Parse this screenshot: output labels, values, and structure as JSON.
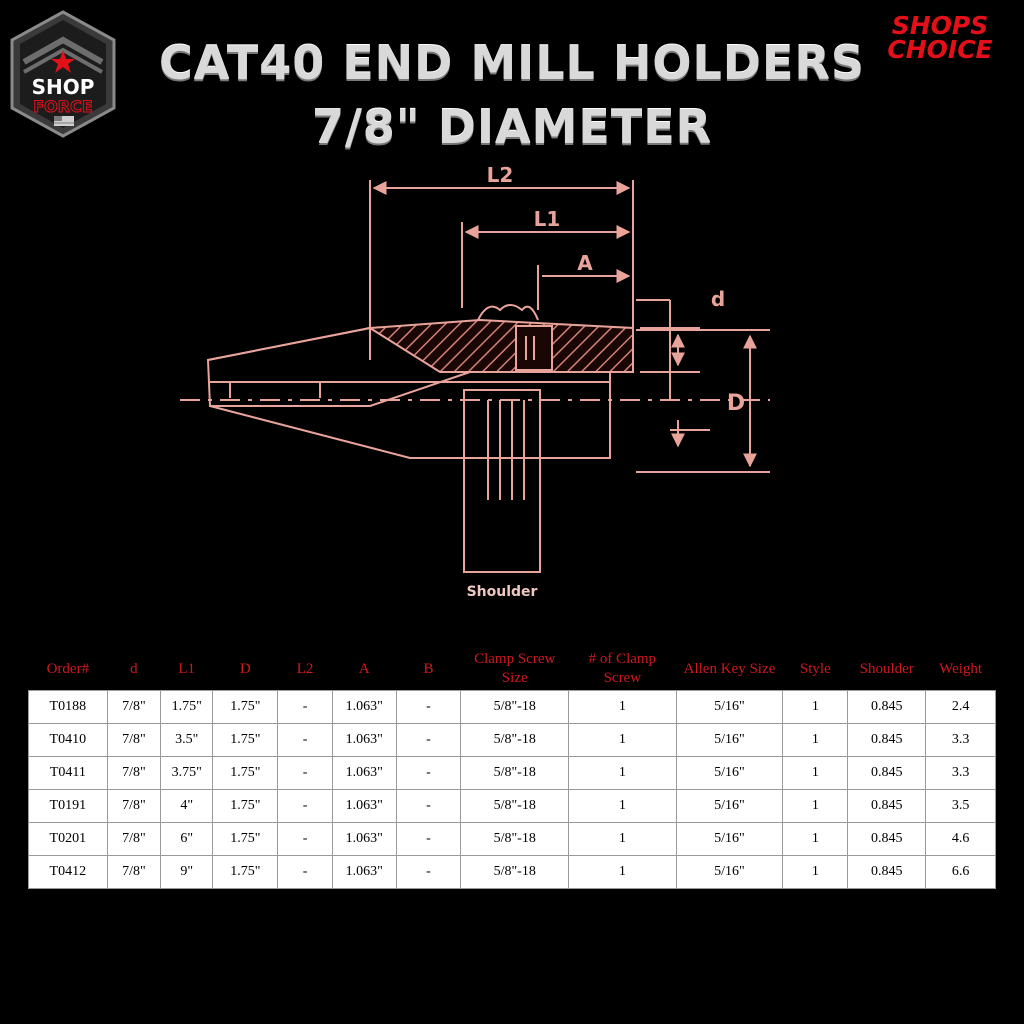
{
  "title": {
    "line1": "CAT40 END MILL HOLDERS",
    "line2": "7/8\" DIAMETER"
  },
  "logo_left": {
    "word1": "SHOP",
    "word2": "FORCE"
  },
  "logo_right": {
    "word1": "SHOPS",
    "word2": "CHOICE"
  },
  "diagram": {
    "label_l2": "L2",
    "label_l1": "L1",
    "label_a": "A",
    "label_d_small": "d",
    "label_d_big": "D",
    "label_shoulder": "Shoulder",
    "line_color": "#e8a39a",
    "hatch_color": "#d38074"
  },
  "table": {
    "headers": [
      "Order#",
      "d",
      "L1",
      "D",
      "L2",
      "A",
      "B",
      "Clamp Screw Size",
      "# of Clamp Screw",
      "Allen Key Size",
      "Style",
      "Shoulder",
      "Weight"
    ],
    "header_color": "#d0171f",
    "rows": [
      [
        "T0188",
        "7/8\"",
        "1.75\"",
        "1.75\"",
        "-",
        "1.063\"",
        "-",
        "5/8\"-18",
        "1",
        "5/16\"",
        "1",
        "0.845",
        "2.4"
      ],
      [
        "T0410",
        "7/8\"",
        "3.5\"",
        "1.75\"",
        "-",
        "1.063\"",
        "-",
        "5/8\"-18",
        "1",
        "5/16\"",
        "1",
        "0.845",
        "3.3"
      ],
      [
        "T0411",
        "7/8\"",
        "3.75\"",
        "1.75\"",
        "-",
        "1.063\"",
        "-",
        "5/8\"-18",
        "1",
        "5/16\"",
        "1",
        "0.845",
        "3.3"
      ],
      [
        "T0191",
        "7/8\"",
        "4\"",
        "1.75\"",
        "-",
        "1.063\"",
        "-",
        "5/8\"-18",
        "1",
        "5/16\"",
        "1",
        "0.845",
        "3.5"
      ],
      [
        "T0201",
        "7/8\"",
        "6\"",
        "1.75\"",
        "-",
        "1.063\"",
        "-",
        "5/8\"-18",
        "1",
        "5/16\"",
        "1",
        "0.845",
        "4.6"
      ],
      [
        "T0412",
        "7/8\"",
        "9\"",
        "1.75\"",
        "-",
        "1.063\"",
        "-",
        "5/8\"-18",
        "1",
        "5/16\"",
        "1",
        "0.845",
        "6.6"
      ]
    ]
  }
}
